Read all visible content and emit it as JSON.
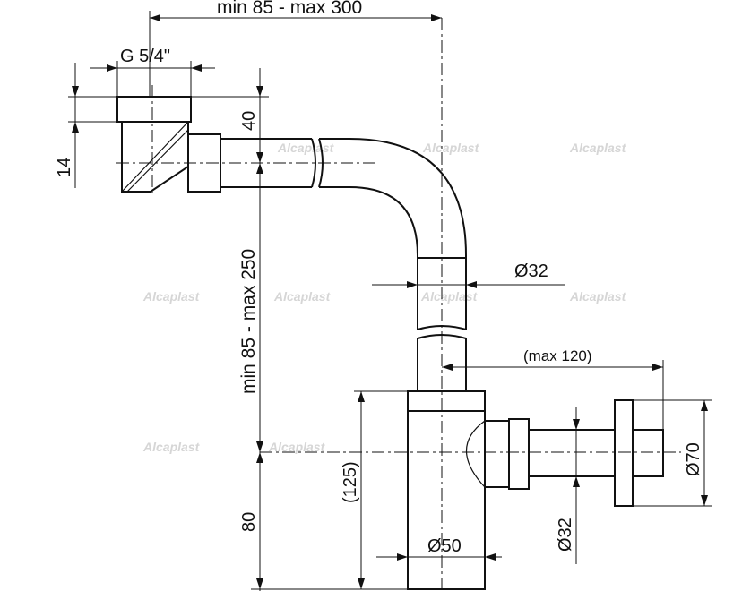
{
  "watermark": "Alcaplast",
  "dimensions": {
    "horizontal_range": "min 85 - max 300",
    "thread": "G 5/4\"",
    "dim_14": "14",
    "dim_40": "40",
    "vertical_range": "min 85 - max 250",
    "dia_32_upper": "Ø32",
    "max_120": "(max 120)",
    "dim_125": "(125)",
    "dim_80": "80",
    "dia_50": "Ø50",
    "dia_32_lower": "Ø32",
    "dia_70": "Ø70"
  }
}
